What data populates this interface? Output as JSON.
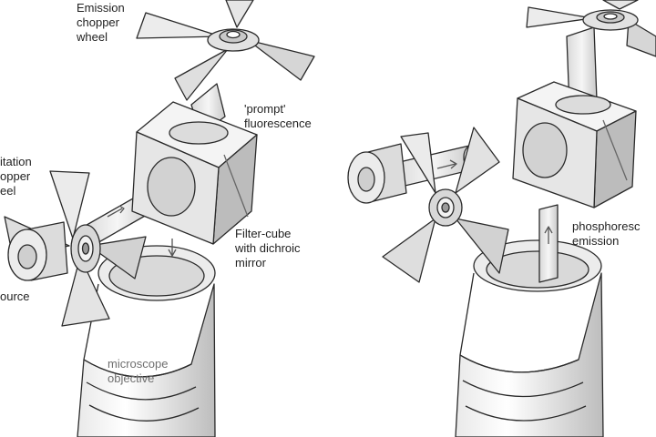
{
  "colors": {
    "stroke": "#2a2a2a",
    "fill_light": "#f1f1f1",
    "fill_mid": "#d6d6d6",
    "fill_dark": "#a9a9a9",
    "background": "#ffffff"
  },
  "labels": {
    "emission_chopper": "Emission\nchopper\nwheel",
    "prompt_fluorescence": "'prompt'\nfluorescence",
    "excitation_chopper": "itation\nopper\neel",
    "filter_cube": "Filter-cube\nwith dichroic\nmirror",
    "source": "ource",
    "microscope_objective": "microscope\nobjective",
    "phosphorescence": "phosphoresc\nemission"
  }
}
